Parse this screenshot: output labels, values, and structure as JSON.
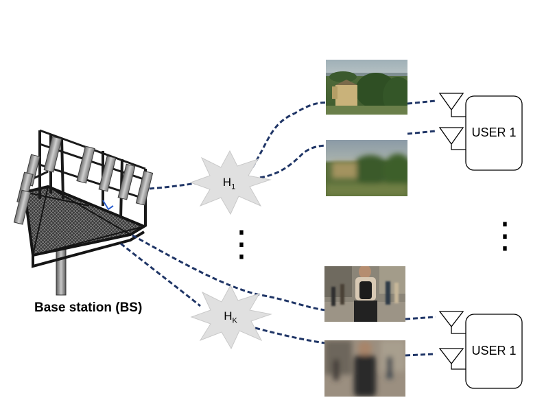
{
  "base_station": {
    "label": "Base station (BS)"
  },
  "channels": [
    {
      "letter": "H",
      "subscript": "1"
    },
    {
      "letter": "H",
      "subscript": "K"
    }
  ],
  "users": [
    {
      "label": "USER 1"
    },
    {
      "label": "USER 1"
    }
  ],
  "ellipsis": {
    "symbol": "⋮"
  },
  "colors": {
    "link": "#1f3566",
    "channel_fill": "#e0e0e0",
    "antenna": "#000000",
    "tower": "#2b2b2b"
  }
}
